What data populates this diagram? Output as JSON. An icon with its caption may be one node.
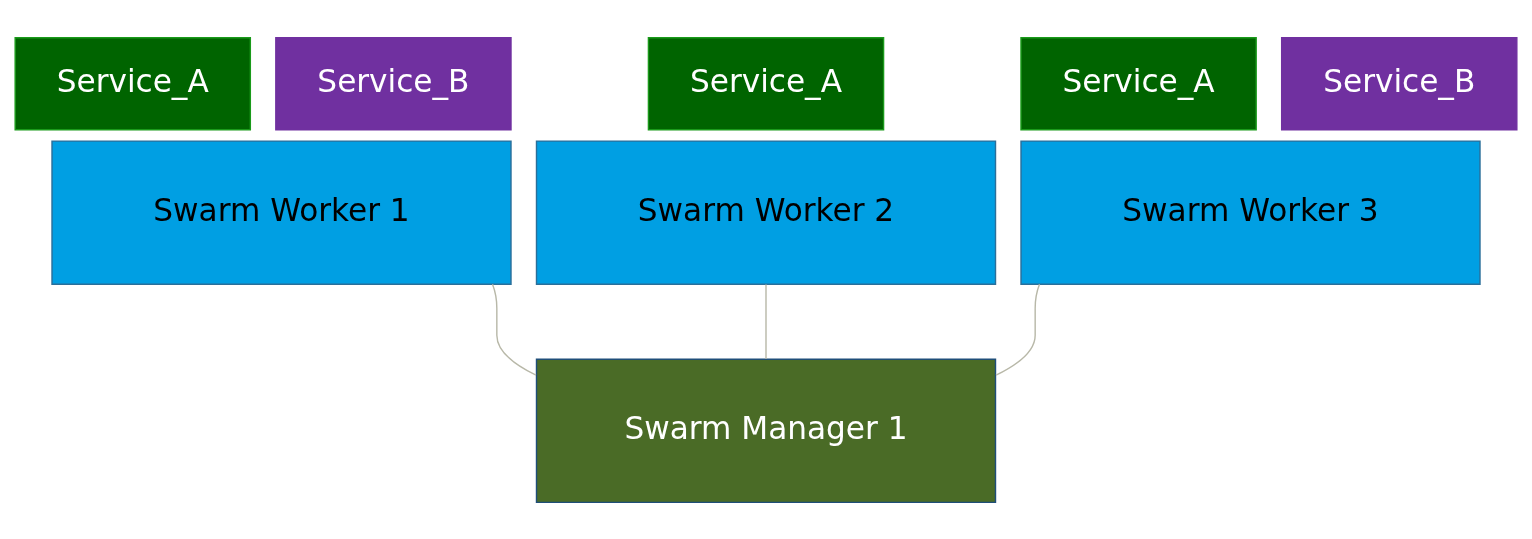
{
  "diagram": {
    "nodes": [
      {
        "text": [
          "Service_A"
        ]
      },
      {
        "text": [
          "Service_B"
        ]
      },
      {
        "text": [
          "Service_A"
        ]
      },
      {
        "text": [
          "Service_A"
        ]
      },
      {
        "text": [
          "Service_B"
        ]
      },
      {
        "text": [
          "Swarm Worker 1"
        ]
      },
      {
        "text": [
          "Swarm Worker 2"
        ]
      },
      {
        "text": [
          "Swarm Worker 3"
        ]
      },
      {
        "text": [
          "Swarm Manager 1"
        ]
      }
    ],
    "edges": [
      {
        "from": 5,
        "to": 8,
        "arrow": "none"
      },
      {
        "from": 6,
        "to": 8,
        "arrow": "none"
      },
      {
        "from": 7,
        "to": 8,
        "arrow": "none"
      }
    ]
  }
}
